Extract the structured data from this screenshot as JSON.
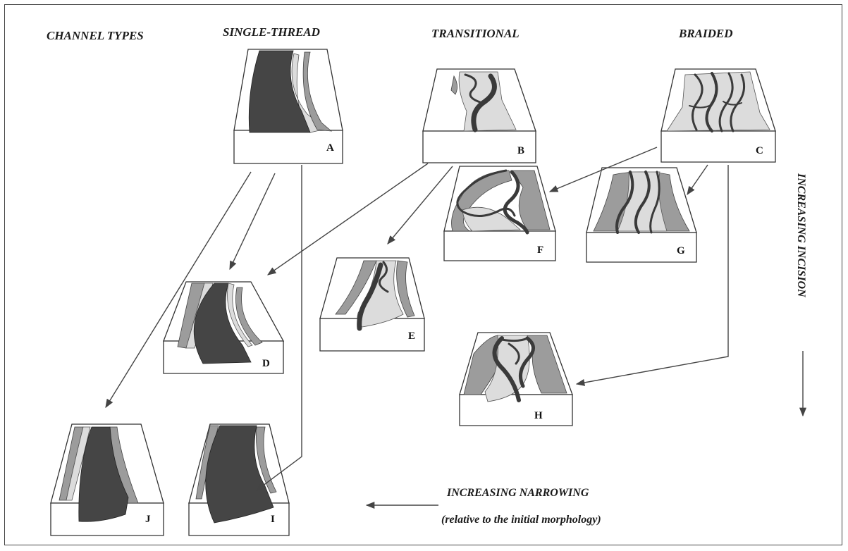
{
  "headers": {
    "channel_types": "CHANNEL TYPES",
    "single_thread": "SINGLE-THREAD",
    "transitional": "TRANSITIONAL",
    "braided": "BRAIDED"
  },
  "blocks": {
    "A": "A",
    "B": "B",
    "C": "C",
    "D": "D",
    "E": "E",
    "F": "F",
    "G": "G",
    "H": "H",
    "I": "I",
    "J": "J"
  },
  "axes": {
    "incision": "INCREASING INCISION",
    "narrowing": "INCREASING NARROWING",
    "narrowing_note": "(relative to the initial morphology)"
  },
  "colors": {
    "channel_dark": "#454545",
    "bar_medium": "#9c9c9c",
    "bar_light": "#dcdcdc"
  }
}
